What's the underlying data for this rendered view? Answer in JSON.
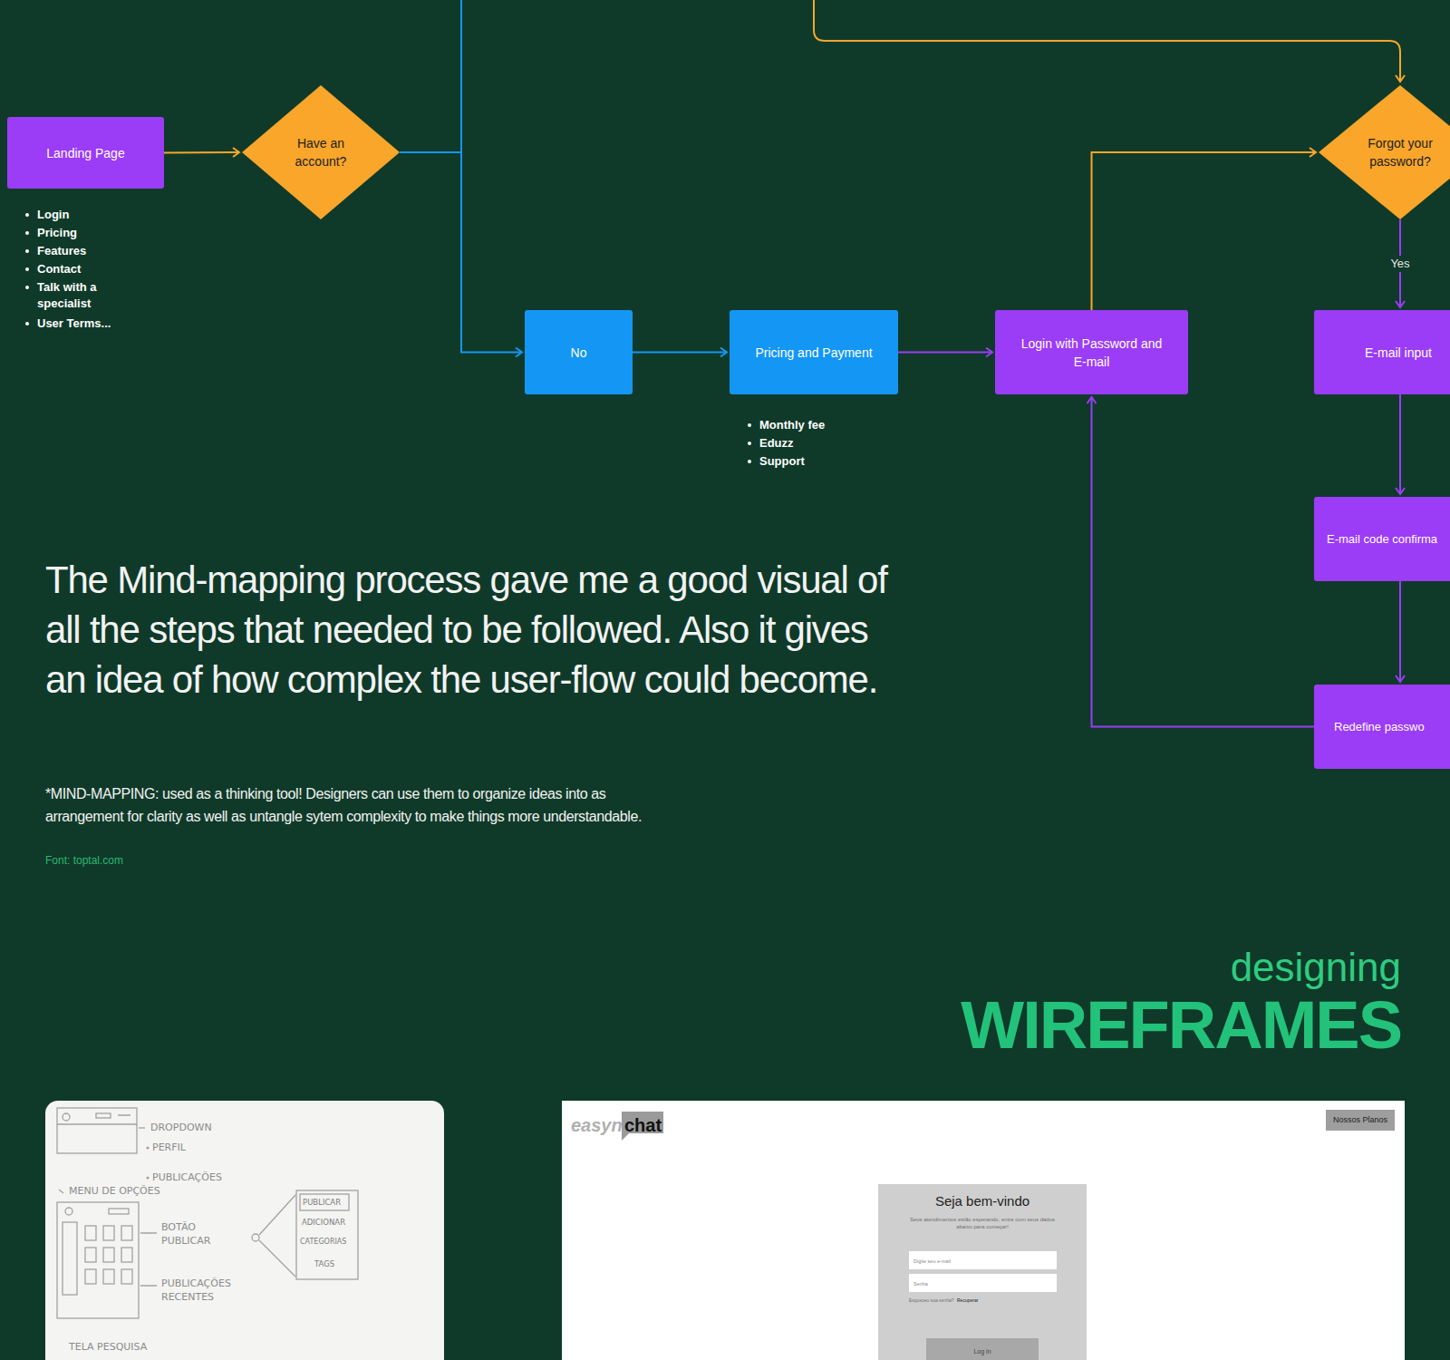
{
  "diagram": {
    "nodes": [
      {
        "text": [
          "Landing Page"
        ]
      },
      {
        "text": [
          "Have an account?"
        ]
      },
      {
        "text": [
          "No"
        ]
      },
      {
        "text": [
          "Pricing and Payment"
        ]
      },
      {
        "text": [
          "Login with Password and E-mail"
        ]
      },
      {
        "text": [
          "Forgot your password?"
        ]
      },
      {
        "text": [
          "E-mail input"
        ]
      },
      {
        "text": [
          "E-mail code confirma"
        ]
      },
      {
        "text": [
          "Redefine passwo"
        ]
      }
    ],
    "edges": [
      {
        "from": 0,
        "to": 1,
        "arrow": "to"
      },
      {
        "from": 1,
        "to": 2,
        "arrow": "to"
      },
      {
        "from": 2,
        "to": 3,
        "arrow": "to"
      },
      {
        "from": 3,
        "to": 4,
        "arrow": "to"
      },
      {
        "from": 4,
        "to": 5,
        "arrow": "to"
      },
      {
        "from": 5,
        "to": 6,
        "label": "Yes",
        "arrow": "to"
      },
      {
        "from": 6,
        "to": 7,
        "arrow": "to"
      },
      {
        "from": 7,
        "to": 8,
        "arrow": "to"
      },
      {
        "from": 8,
        "to": 4,
        "arrow": "to"
      }
    ],
    "labels": [
      "Login",
      "Pricing",
      "Features",
      "Contact",
      "Talk with a specialist",
      "User Terms...",
      "Monthly fee",
      "Eduzz",
      "Support",
      "The Mind-mapping process gave me a good visual of all the steps that needed to be followed. Also it gives an idea of how complex the user-flow could become.",
      "*MIND-MAPPING: used as a thinking tool! Designers can use them to organize ideas into as arrangement for clarity as well as untangle sytem complexity to make things more understandable.",
      "Font: toptal.com",
      "designing",
      "WIREFRAMES",
      "DROPDOWN",
      "PERFIL",
      "PUBLICAÇÕES",
      "MENU DE OPÇÕES",
      "BOTÃO PUBLICAR",
      "PUBLICAR",
      "ADICIONAR",
      "CATEGORIAS",
      "TAGS",
      "PUBLICAÇÕES RECENTES",
      "TELA PESQUISA",
      "easyn",
      "chat",
      "Nossos Planos",
      "Seja bem-vindo",
      "Seus atendimentos estão esperando, entre com seus dados abaixo para começar!",
      "Digite seu e-mail",
      "Senha",
      "Esqueceu sua senha?",
      "Recuperar",
      "Log in"
    ]
  }
}
